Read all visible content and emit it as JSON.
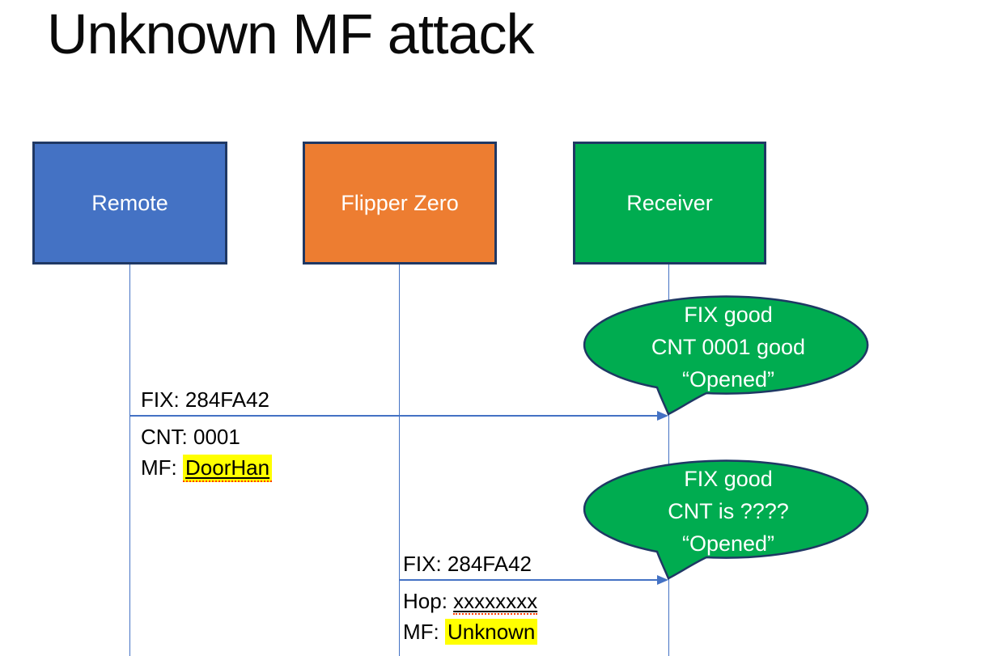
{
  "slide": {
    "title": "Unknown MF attack"
  },
  "actors": [
    {
      "label": "Remote",
      "fill": "#4472C4"
    },
    {
      "label": "Flipper Zero",
      "fill": "#ED7D31"
    },
    {
      "label": "Receiver",
      "fill": "#00AC50"
    }
  ],
  "messages": [
    {
      "from": "Remote",
      "to": "Receiver",
      "above": "FIX: 284FA42",
      "below1": "CNT: 0001",
      "below2_prefix": "MF: ",
      "below2_value": "DoorHan"
    },
    {
      "from": "Flipper Zero",
      "to": "Receiver",
      "above": "FIX: 284FA42",
      "below1_prefix": "Hop: ",
      "below1_value": "xxxxxxxx",
      "below2_prefix": "MF: ",
      "below2_value": "Unknown"
    }
  ],
  "callouts": [
    {
      "line1": "FIX good",
      "line2": "CNT 0001 good",
      "line3": "“Opened”"
    },
    {
      "line1": "FIX good",
      "line2": "CNT is ????",
      "line3": "“Opened”"
    }
  ],
  "colors": {
    "actor_border": "#1F3864",
    "callout_fill": "#00AC50",
    "callout_border": "#1F3864",
    "line_blue": "#4472C4",
    "highlight_yellow": "#FFFF00",
    "squiggle_red": "#FF3B00"
  }
}
